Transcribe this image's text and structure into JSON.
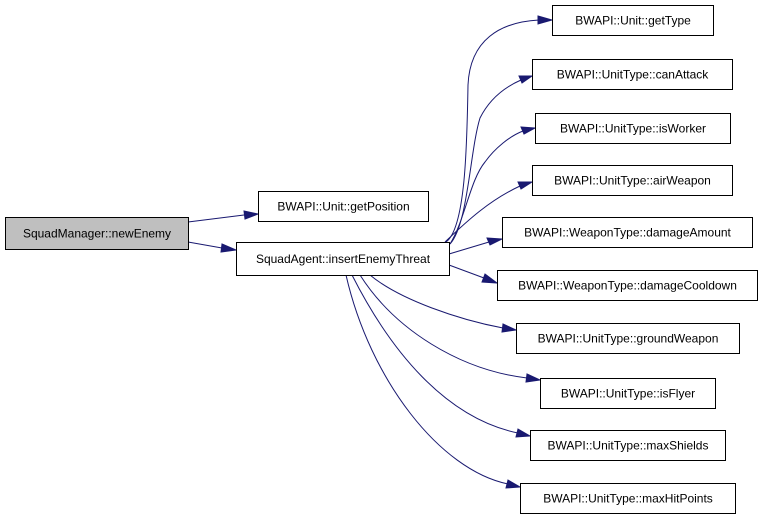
{
  "diagram": {
    "type": "call-graph",
    "colors": {
      "edge": "#191970",
      "root_fill": "#bfbfbf",
      "node_fill": "#ffffff",
      "node_border": "#000000",
      "background": "#ffffff"
    },
    "nodes": [
      {
        "id": "n0",
        "label": "SquadManager::newEnemy",
        "role": "root"
      },
      {
        "id": "n1",
        "label": "BWAPI::Unit::getPosition"
      },
      {
        "id": "n2",
        "label": "SquadAgent::insertEnemyThreat"
      },
      {
        "id": "n3",
        "label": "BWAPI::Unit::getType"
      },
      {
        "id": "n4",
        "label": "BWAPI::UnitType::canAttack"
      },
      {
        "id": "n5",
        "label": "BWAPI::UnitType::isWorker"
      },
      {
        "id": "n6",
        "label": "BWAPI::UnitType::airWeapon"
      },
      {
        "id": "n7",
        "label": "BWAPI::WeaponType::damageAmount"
      },
      {
        "id": "n8",
        "label": "BWAPI::WeaponType::damageCooldown"
      },
      {
        "id": "n9",
        "label": "BWAPI::UnitType::groundWeapon"
      },
      {
        "id": "n10",
        "label": "BWAPI::UnitType::isFlyer"
      },
      {
        "id": "n11",
        "label": "BWAPI::UnitType::maxShields"
      },
      {
        "id": "n12",
        "label": "BWAPI::UnitType::maxHitPoints"
      }
    ],
    "edges": [
      {
        "from": "n0",
        "to": "n1"
      },
      {
        "from": "n0",
        "to": "n2"
      },
      {
        "from": "n2",
        "to": "n3"
      },
      {
        "from": "n2",
        "to": "n4"
      },
      {
        "from": "n2",
        "to": "n5"
      },
      {
        "from": "n2",
        "to": "n6"
      },
      {
        "from": "n2",
        "to": "n7"
      },
      {
        "from": "n2",
        "to": "n8"
      },
      {
        "from": "n2",
        "to": "n9"
      },
      {
        "from": "n2",
        "to": "n10"
      },
      {
        "from": "n2",
        "to": "n11"
      },
      {
        "from": "n2",
        "to": "n12"
      }
    ]
  }
}
